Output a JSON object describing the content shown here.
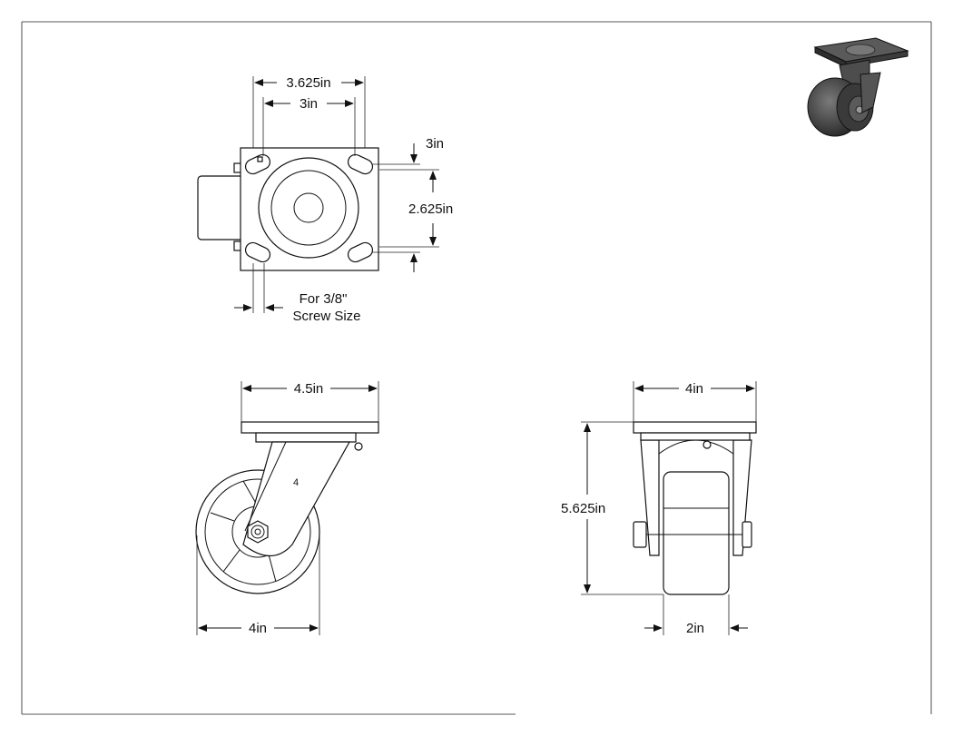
{
  "top_view": {
    "overall_width": "3.625in",
    "bolt_spacing_x": "3in",
    "bolt_spacing_y_top": "3in",
    "bolt_spacing_y": "2.625in",
    "screw_note_line1": "For 3/8\"",
    "screw_note_line2": "Screw Size"
  },
  "side_view": {
    "plate_width": "4.5in",
    "wheel_diameter": "4in",
    "wheel_mark": "4"
  },
  "front_view": {
    "plate_width": "4in",
    "overall_height": "5.625in",
    "wheel_width": "2in"
  },
  "colors": {
    "line": "#111111",
    "wheel_dark": "#3a3a3a",
    "background": "#ffffff"
  }
}
